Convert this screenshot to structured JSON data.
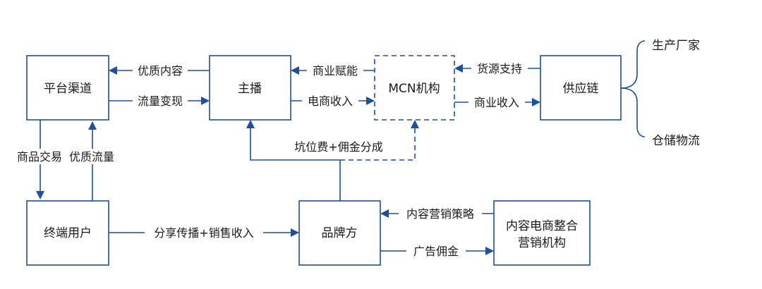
{
  "nodes": {
    "platform": "平台渠道",
    "anchor": "主播",
    "mcn": "MCN机构",
    "supply": "供应链",
    "user": "终端用户",
    "brand": "品牌方",
    "agency_line1": "内容电商整合",
    "agency_line2": "营销机构"
  },
  "edges": {
    "quality_content": "优质内容",
    "traffic_monetize": "流量变现",
    "commerce_empower": "商业赋能",
    "ecommerce_income": "电商收入",
    "source_support": "货源支持",
    "business_income": "商业收入",
    "slot_fee": "坑位费+佣金分成",
    "goods_trade": "商品交易",
    "quality_traffic": "优质流量",
    "share_sales": "分享传播+销售收入",
    "content_strategy": "内容营销策略",
    "ad_commission": "广告佣金"
  },
  "supply_branches": {
    "top": "生产厂家",
    "bottom": "仓储物流"
  },
  "colors": {
    "line": "#1f4e9a",
    "text": "#1a1a1a"
  }
}
